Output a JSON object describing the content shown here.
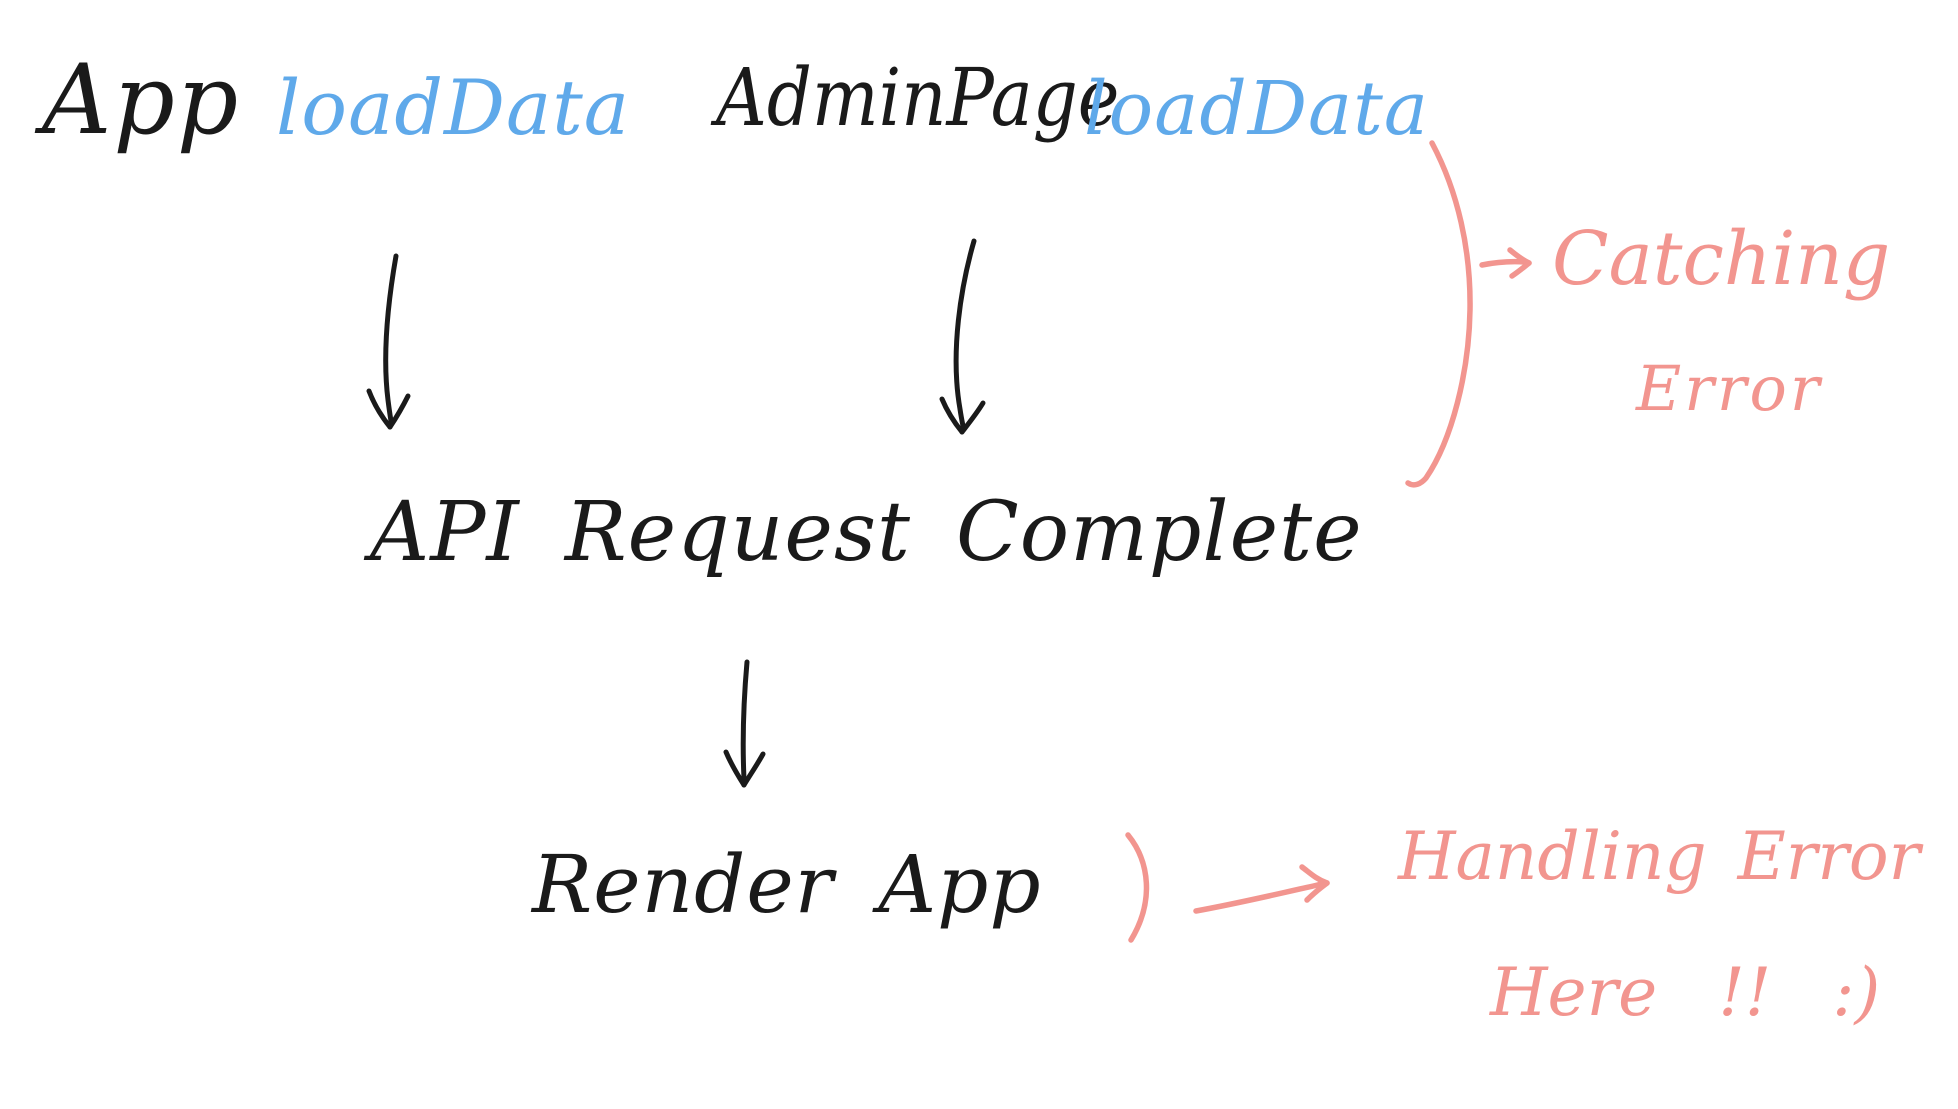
{
  "page": {
    "background": "#ffffff",
    "kind": "hand-drawn flow diagram"
  },
  "colors": {
    "ink_black": "#1a1a1a",
    "accent_blue": "#5FA9EA",
    "annotation_pink": "#F2958F"
  },
  "nodes": {
    "app_label": "App",
    "app_load_data_label": "loadData",
    "admin_page_label": "AdminPage",
    "admin_load_data_label": "loadData",
    "api_request_complete_label": "API Request Complete",
    "render_app_label": "Render App"
  },
  "annotations": {
    "catching_error_line1": "Catching",
    "catching_error_line2": "Error",
    "handling_error_line1": "Handling Error",
    "handling_error_line2": "Here !! :)"
  },
  "glyphs": {
    "app_flow_arrow": "down-arrow",
    "admin_flow_arrow": "down-arrow",
    "render_flow_arrow": "down-arrow",
    "catching_bracket": "right-curved-bracket",
    "catching_pointer": "right-arrow",
    "handling_bracket": "right-paren-bracket",
    "handling_pointer": "right-arrow"
  }
}
